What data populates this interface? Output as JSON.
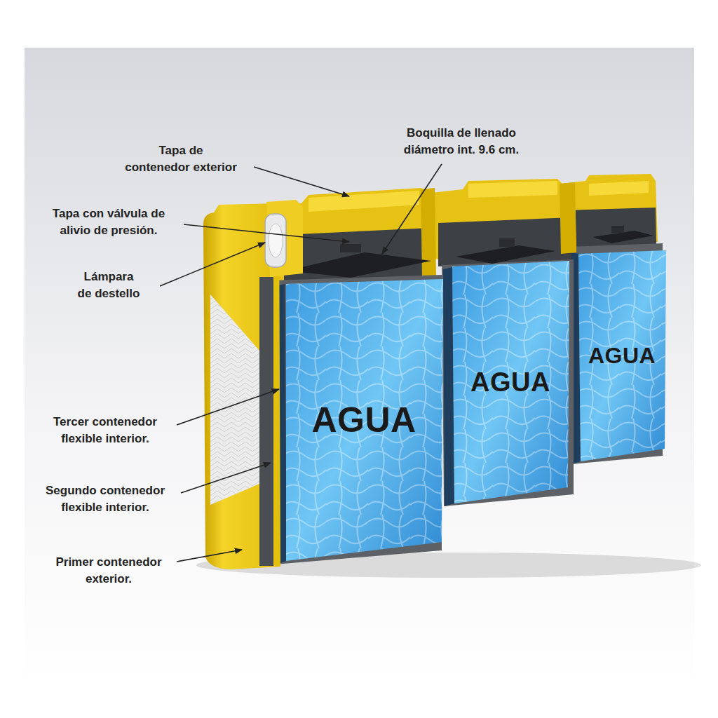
{
  "diagram": {
    "nodes": [
      {
        "text": [
          "AGUA"
        ]
      },
      {
        "text": [
          "AGUA"
        ]
      },
      {
        "text": [
          "AGUA"
        ]
      }
    ],
    "labels": [
      "Tapa de contenedor exterior",
      "Boquilla de llenado diámetro int. 9.6 cm.",
      "Tapa con válvula de alivio de presión.",
      "Lámpara de destello",
      "Tercer contenedor flexible interior.",
      "Segundo contenedor flexible interior.",
      "Primer contenedor exterior."
    ]
  }
}
